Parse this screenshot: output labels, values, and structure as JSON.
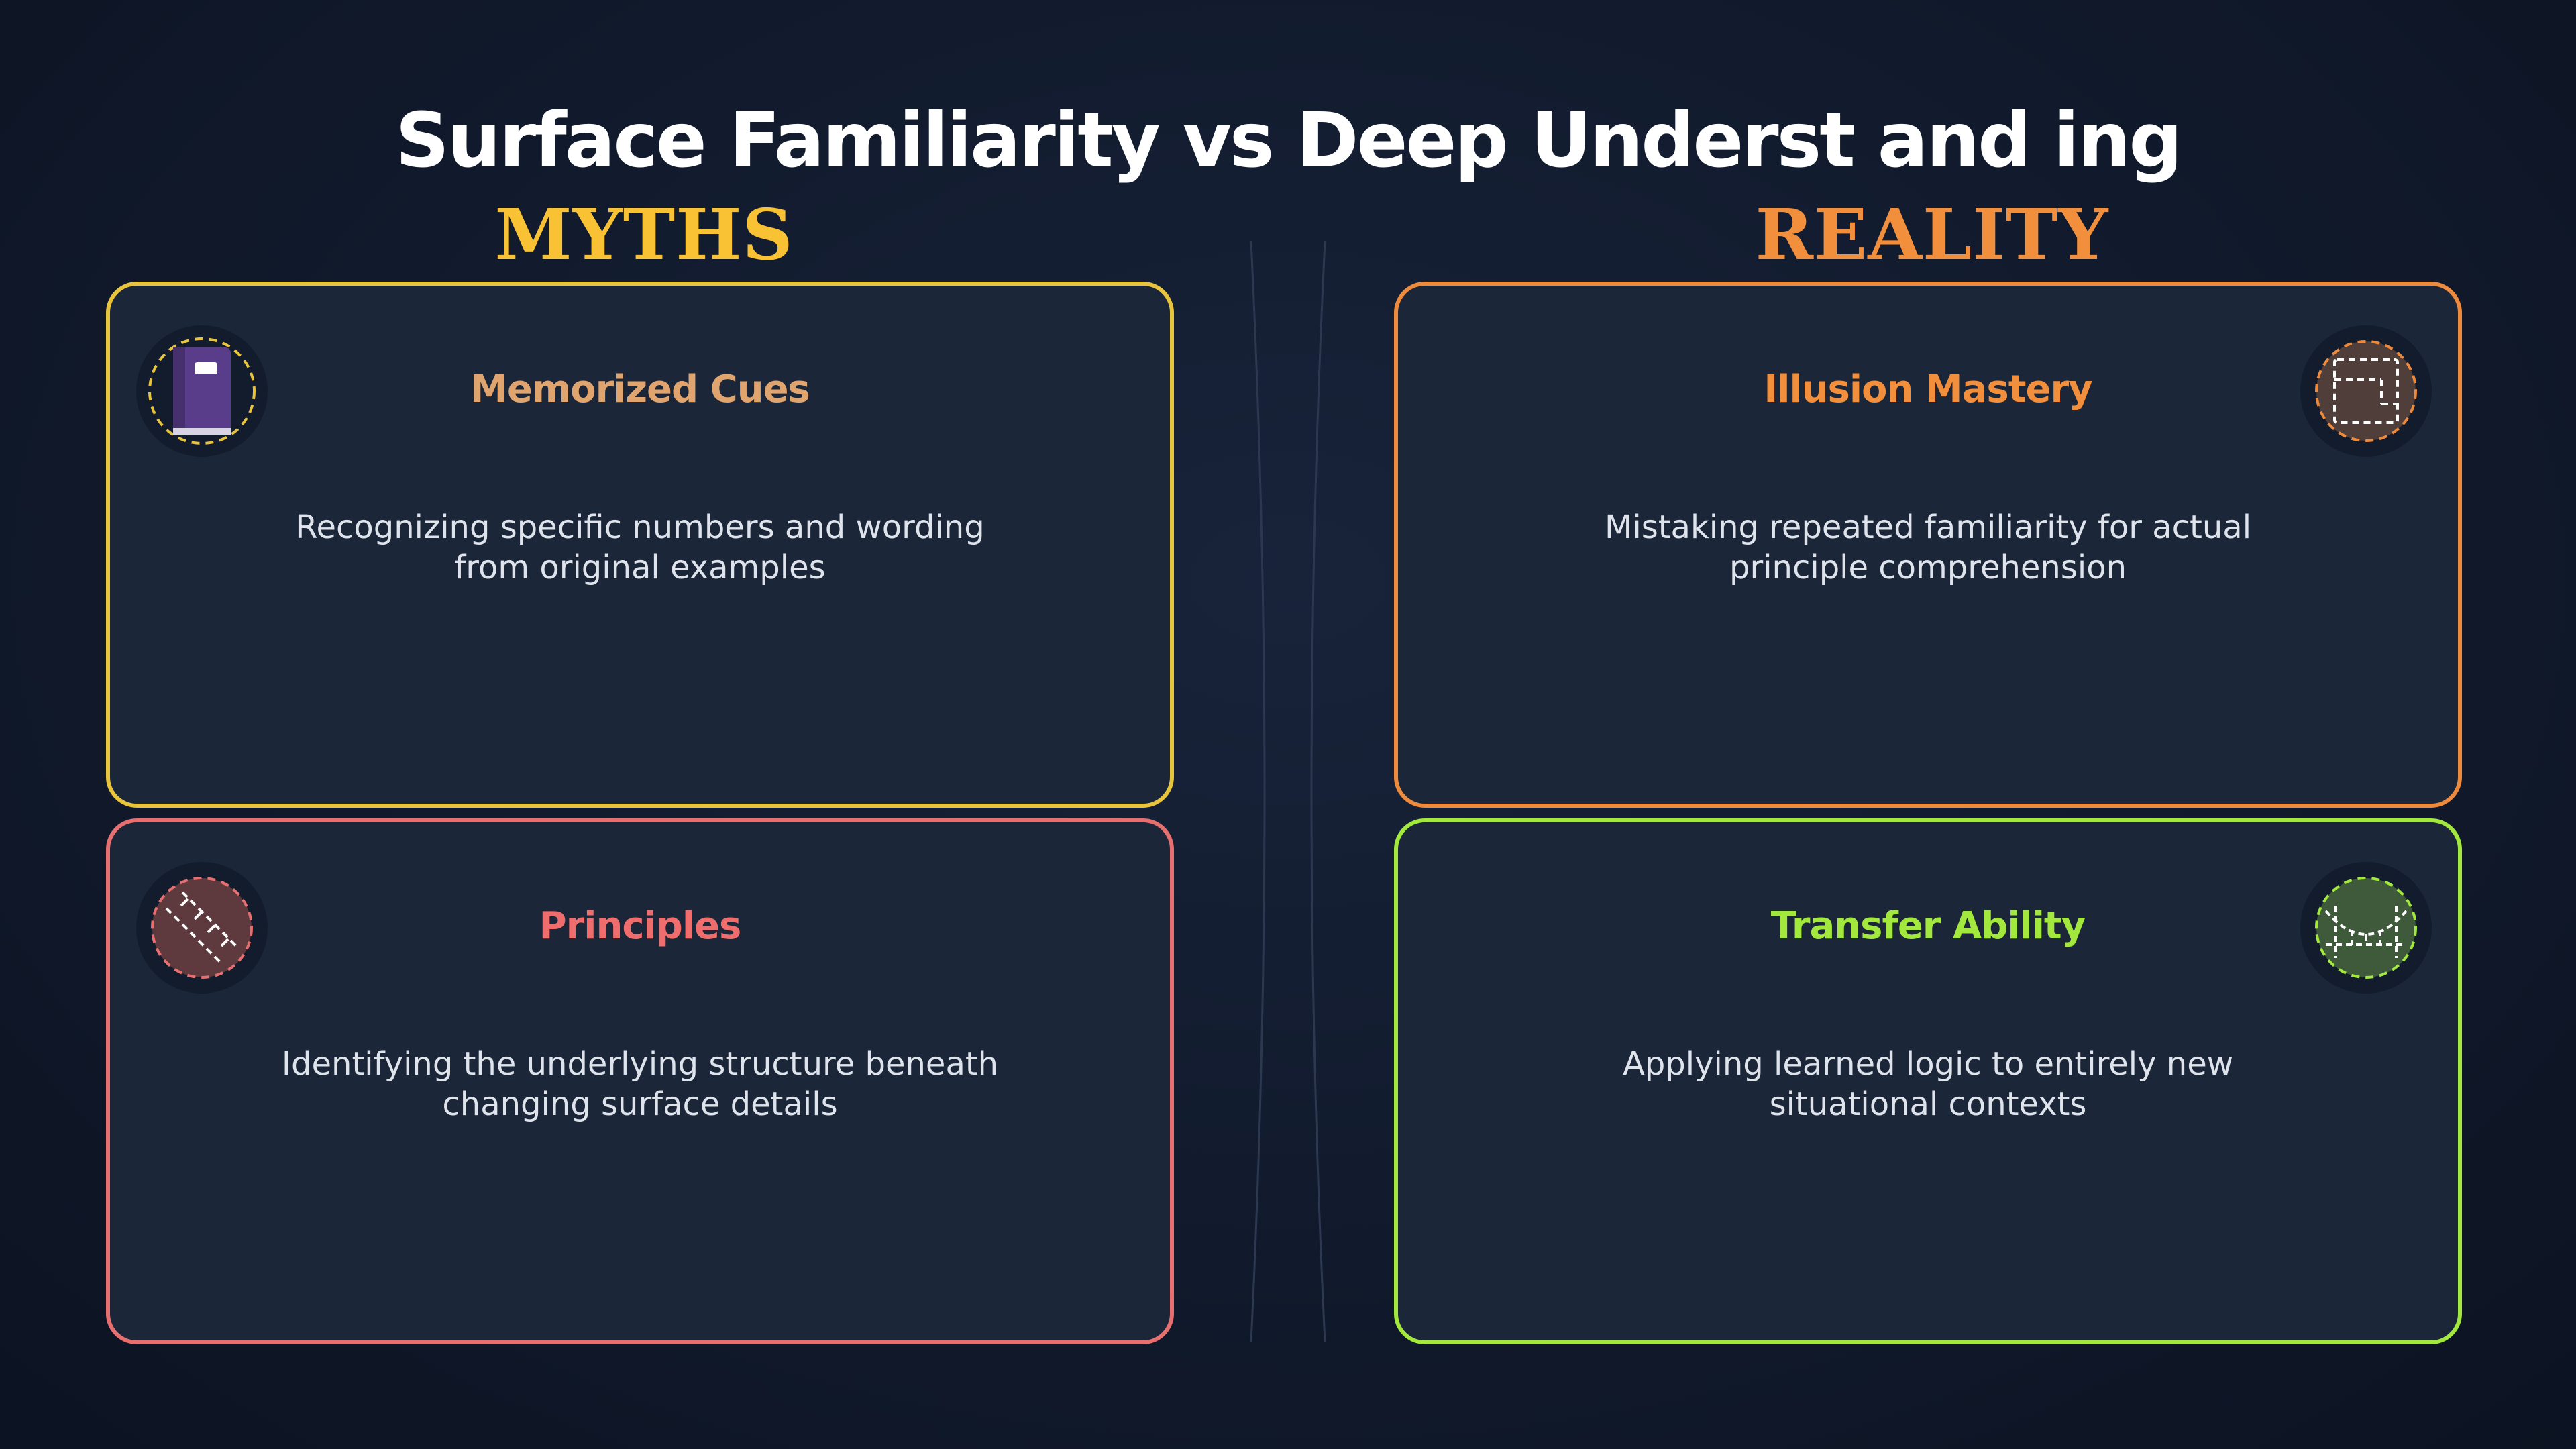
{
  "title": "Surface Familiarity vs Deep Underst and ing",
  "columns": {
    "myths": "MYTHS",
    "reality": "REALITY"
  },
  "cards": [
    {
      "title": "Memorized Cues",
      "description": "Recognizing specific numbers and wording from original examples",
      "icon": "notebook-icon",
      "accent": "#e8c33c"
    },
    {
      "title": "Principles",
      "description": "Identifying the underlying structure beneath changing surface details",
      "icon": "ruler-icon",
      "accent": "#e76f6f"
    },
    {
      "title": "Illusion Mastery",
      "description": "Mistaking repeated familiarity for actual principle comprehension",
      "icon": "frame-icon",
      "accent": "#ee8a3c"
    },
    {
      "title": "Transfer Ability",
      "description": "Applying learned logic to entirely new situational contexts",
      "icon": "bridge-icon",
      "accent": "#a3e83c"
    }
  ]
}
